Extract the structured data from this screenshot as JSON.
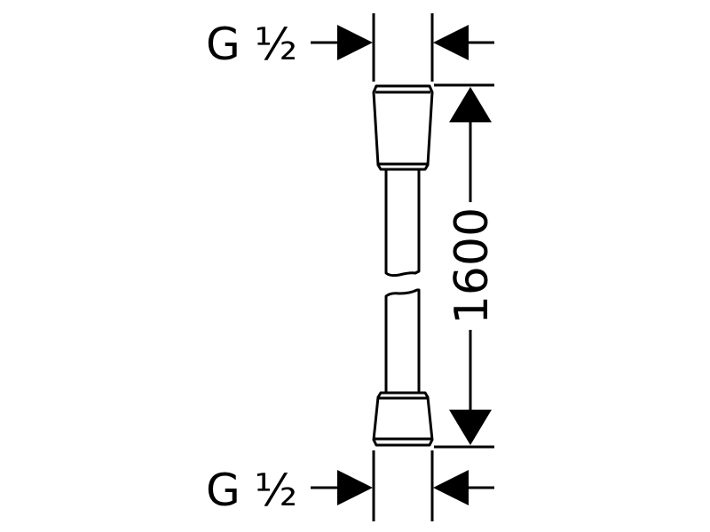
{
  "top_thread_label": "G ½",
  "bottom_thread_label": "G ½",
  "length_dimension": "1600",
  "colors": {
    "line": "#000000",
    "background": "#ffffff"
  }
}
